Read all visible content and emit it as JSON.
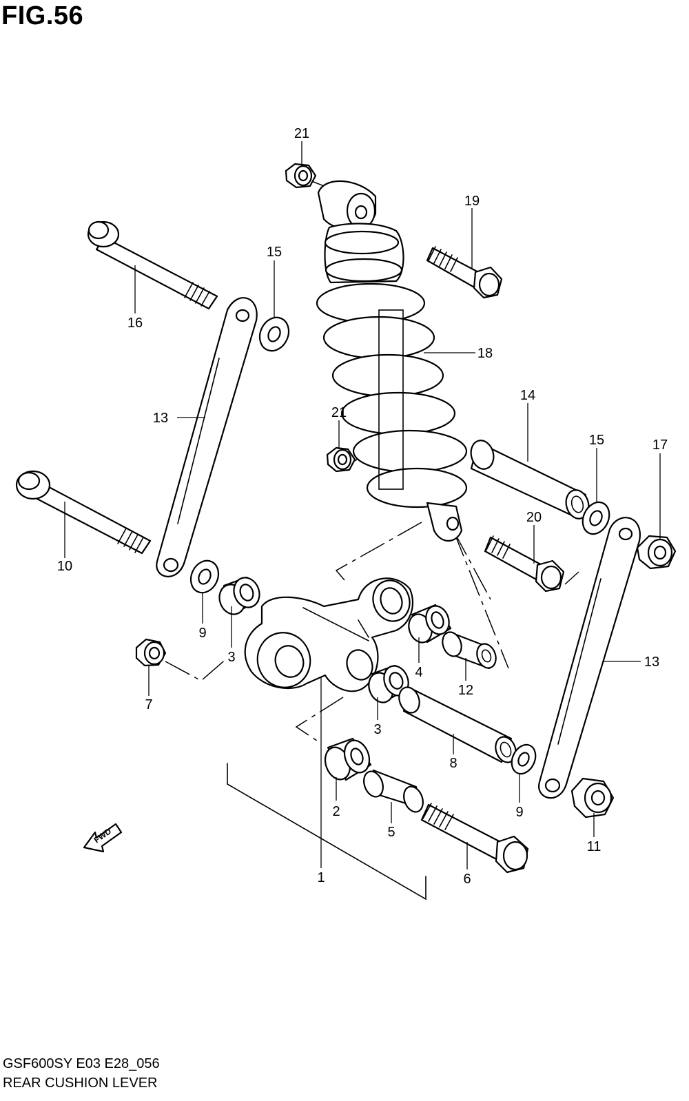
{
  "figure": {
    "title": "FIG.56"
  },
  "footer": {
    "model_code": "GSF600SY E03 E28_056",
    "caption": "REAR CUSHION LEVER"
  },
  "fwd_label": "FWD",
  "callouts": [
    "1",
    "2",
    "3",
    "3",
    "4",
    "5",
    "6",
    "7",
    "8",
    "9",
    "9",
    "10",
    "11",
    "12",
    "13",
    "13",
    "14",
    "15",
    "15",
    "16",
    "17",
    "18",
    "19",
    "20",
    "21",
    "21"
  ]
}
